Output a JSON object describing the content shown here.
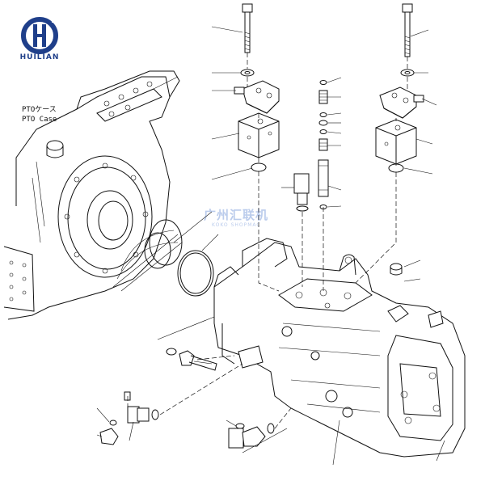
{
  "brand": {
    "name": "HUILIAN",
    "color": "#1f3f8a"
  },
  "labels": {
    "pto_jp": "PTOケース",
    "pto_en": "PTO Case"
  },
  "watermark": {
    "cn": "广州汇联机",
    "en": "KOKO SHOPMAC"
  },
  "colors": {
    "line": "#111111",
    "logo": "#1f3f8a",
    "watermark": "#3c6ec8"
  }
}
